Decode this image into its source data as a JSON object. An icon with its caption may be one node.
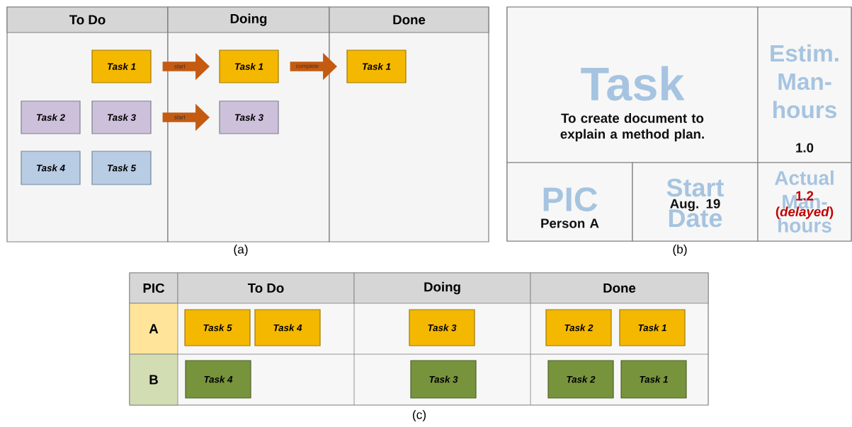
{
  "diagram": {
    "nodes": [
      {
        "text": [
          "To Do"
        ]
      },
      {
        "text": [
          "Task 1"
        ],
        "in": 0
      },
      {
        "text": [
          "Task 2"
        ],
        "in": 0
      },
      {
        "text": [
          "Task 3"
        ],
        "in": 0
      },
      {
        "text": [
          "Task 4"
        ],
        "in": 0
      },
      {
        "text": [
          "Task 5"
        ],
        "in": 0
      },
      {
        "text": [
          "Doing"
        ]
      },
      {
        "text": [
          "Task 1"
        ],
        "in": 6
      },
      {
        "text": [
          "Task 3"
        ],
        "in": 6
      },
      {
        "text": [
          "Done"
        ]
      },
      {
        "text": [
          "Task 1"
        ],
        "in": 9
      },
      {
        "text": [
          "Task",
          "To create document to explain a method plan."
        ]
      },
      {
        "text": [
          "Estim. Man-hours",
          "1.0"
        ]
      },
      {
        "text": [
          "PIC",
          "Person A"
        ]
      },
      {
        "text": [
          "Start Date",
          "Aug. 19"
        ]
      },
      {
        "text": [
          "Actual Man-hours",
          "1.2 (*delayed*)"
        ]
      },
      {
        "text": [
          "PIC"
        ]
      },
      {
        "text": [
          "To Do"
        ]
      },
      {
        "text": [
          "Doing"
        ]
      },
      {
        "text": [
          "Done"
        ]
      },
      {
        "text": [
          "A"
        ]
      },
      {
        "text": [
          "Task 5"
        ]
      },
      {
        "text": [
          "Task 4"
        ]
      },
      {
        "text": [
          "Task 3"
        ]
      },
      {
        "text": [
          "Task 2"
        ]
      },
      {
        "text": [
          "Task 1"
        ]
      },
      {
        "text": [
          "B"
        ]
      },
      {
        "text": [
          "Task 4"
        ]
      },
      {
        "text": [
          "Task 3"
        ]
      },
      {
        "text": [
          "Task 2"
        ]
      },
      {
        "text": [
          "Task 1"
        ]
      }
    ],
    "edges": [
      {
        "from": 1,
        "to": 7,
        "arrow": "to",
        "label": "start"
      },
      {
        "from": 3,
        "to": 8,
        "arrow": "to",
        "label": "start"
      },
      {
        "from": 7,
        "to": 10,
        "arrow": "to",
        "label": "complete"
      }
    ],
    "labels": [
      "(a)",
      "(b)",
      "(c)"
    ]
  }
}
